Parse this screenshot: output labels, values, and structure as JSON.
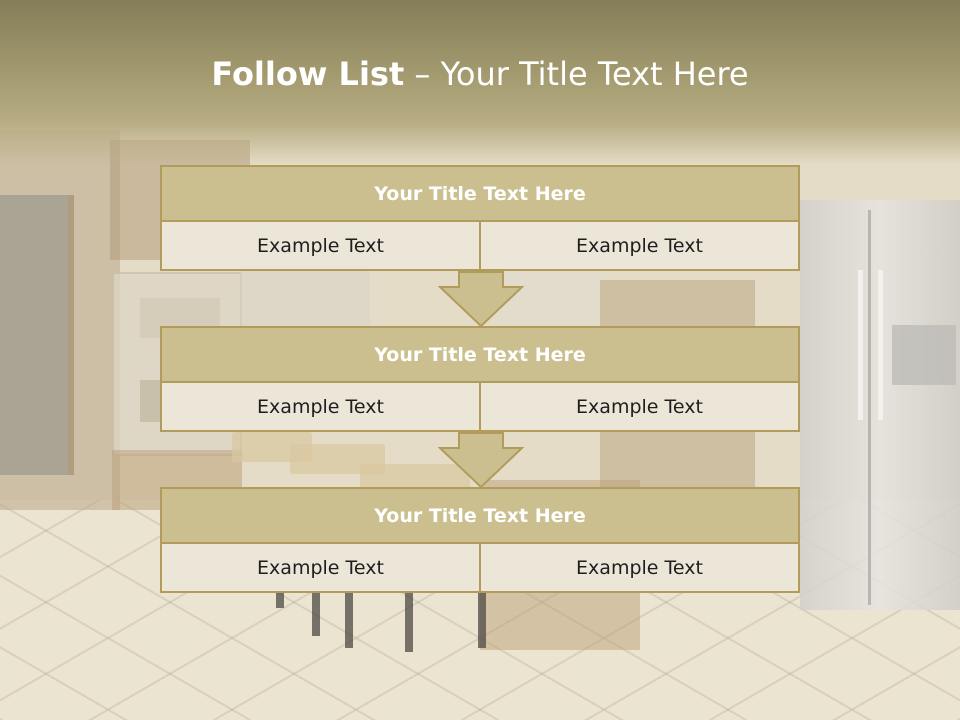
{
  "title": {
    "bold": "Follow List",
    "rest": " – Your Title Text Here"
  },
  "blocks": [
    {
      "heading": "Your Title Text Here",
      "cells": [
        "Example Text",
        "Example Text"
      ]
    },
    {
      "heading": "Your Title Text Here",
      "cells": [
        "Example Text",
        "Example Text"
      ]
    },
    {
      "heading": "Your Title Text Here",
      "cells": [
        "Example Text",
        "Example Text"
      ]
    }
  ],
  "colors": {
    "header_band": "#847d57",
    "block_header": "#ccbf8f",
    "block_border": "#b19c5c",
    "cell_fill": "#ece6d8"
  }
}
